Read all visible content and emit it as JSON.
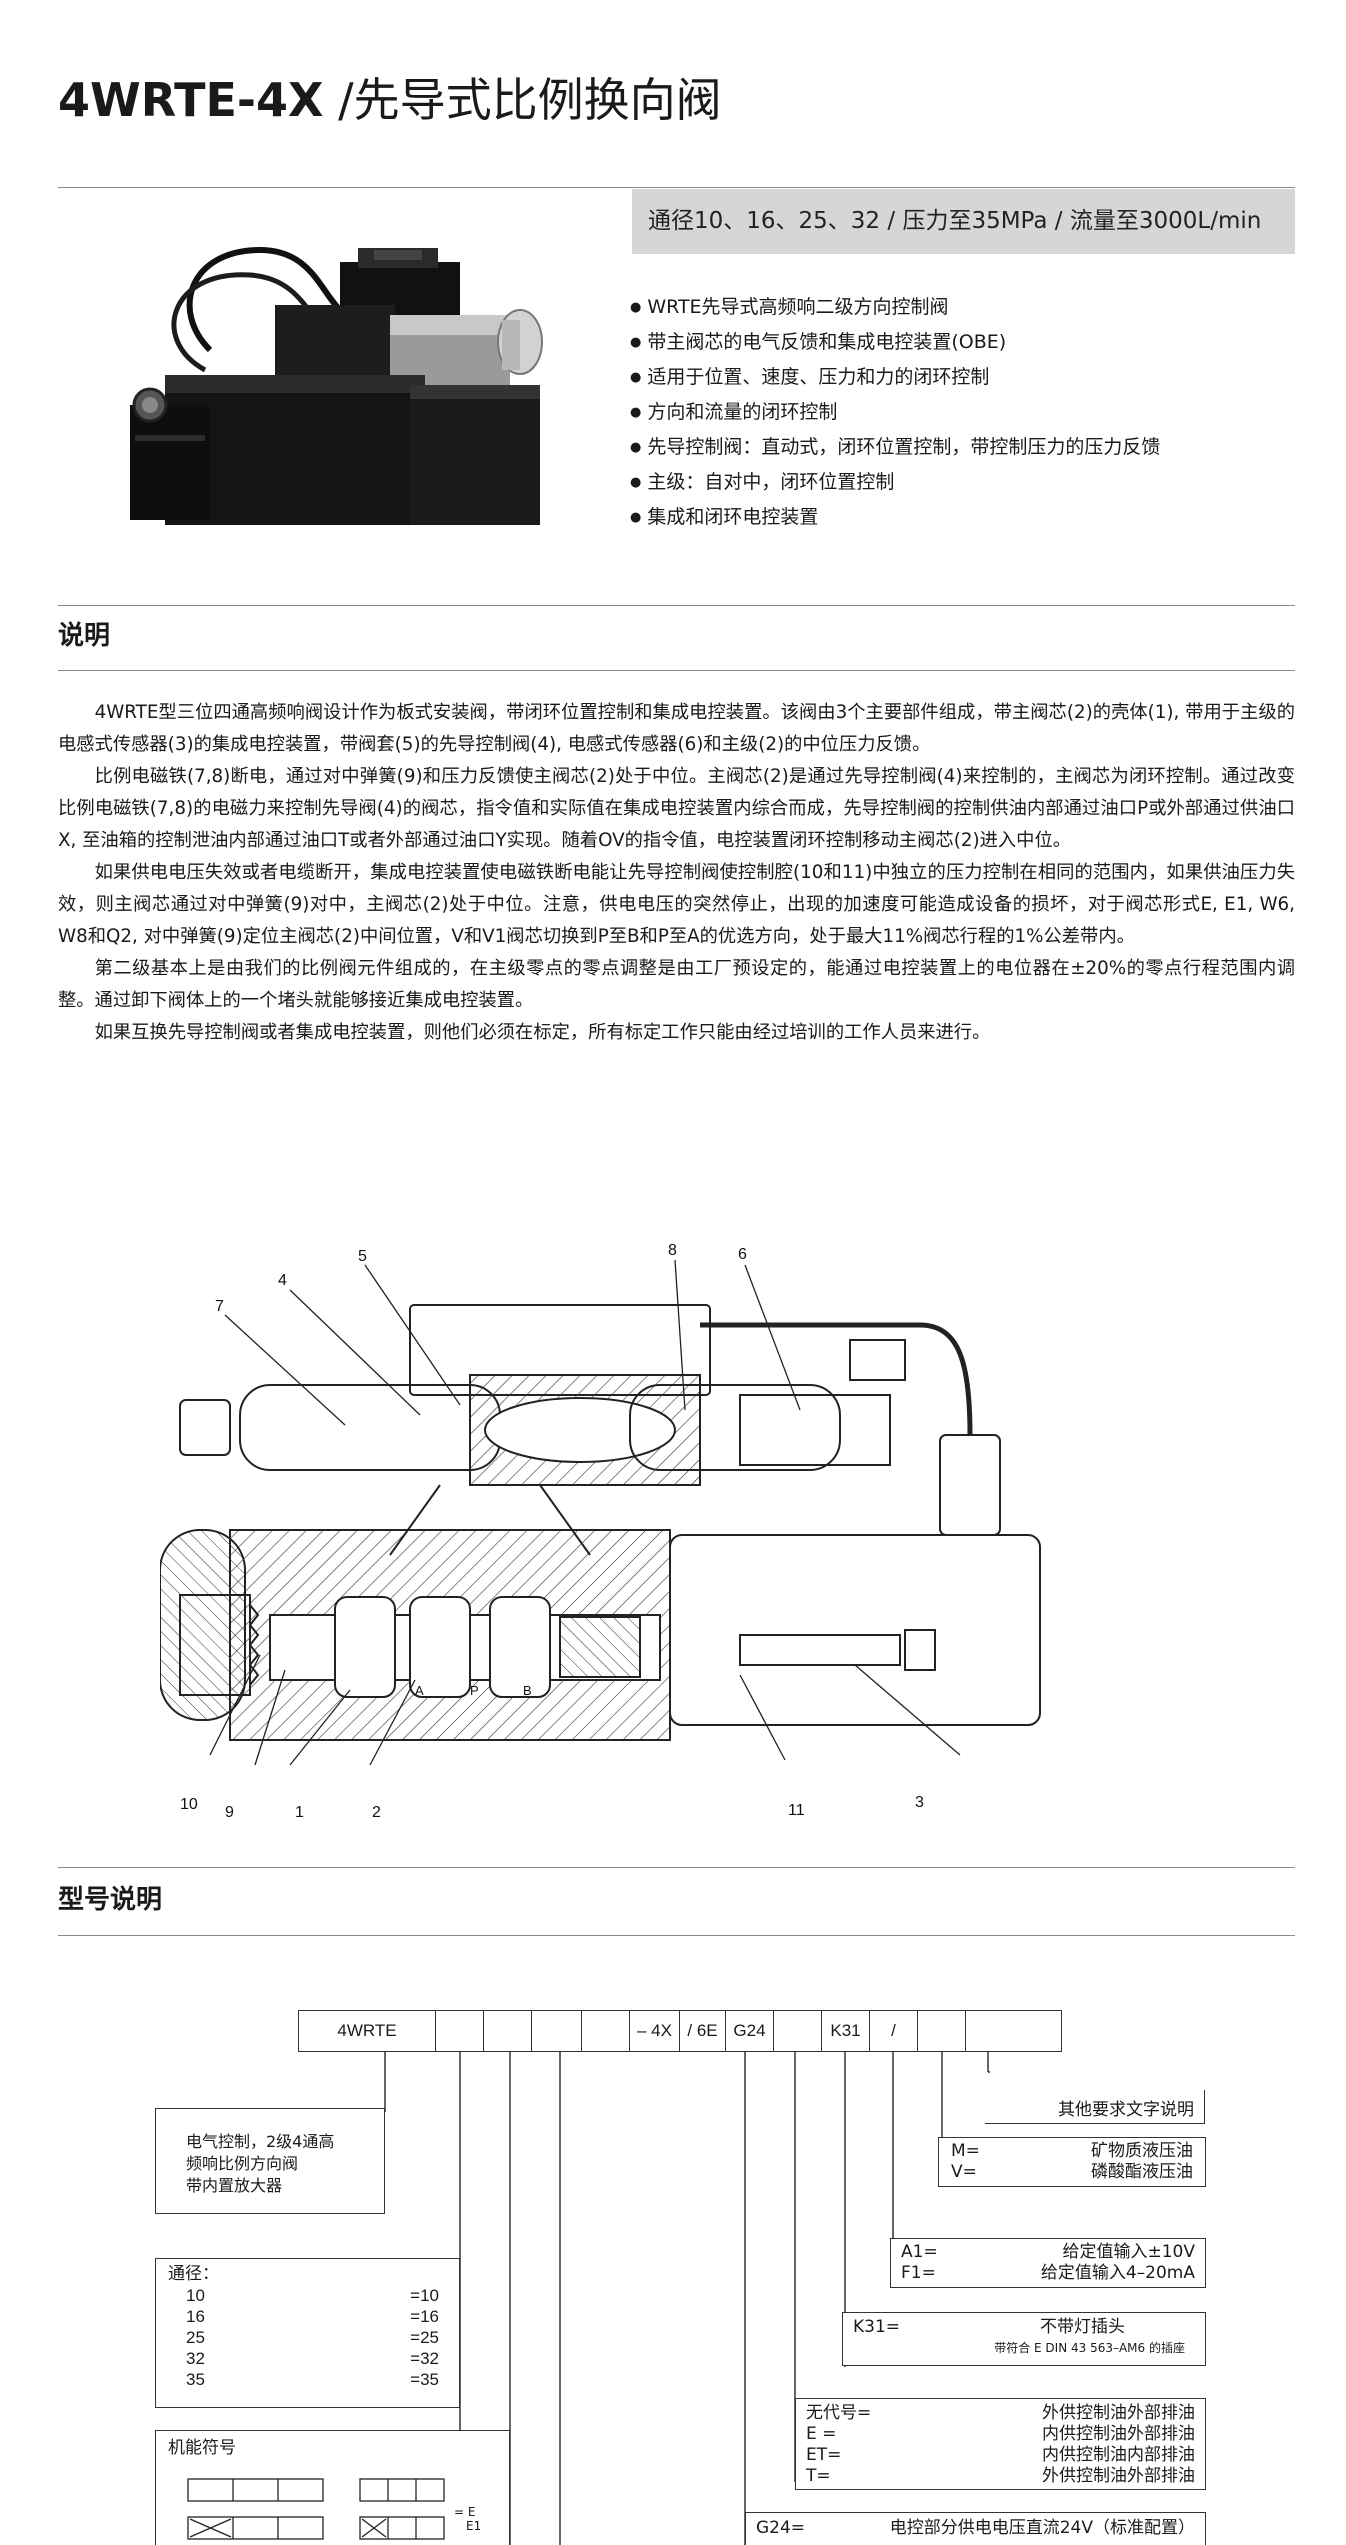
{
  "header": {
    "model": "4WRTE-4X",
    "title_rest": " /先导式比例换向阀"
  },
  "spec_bar": "通径10、16、25、32 / 压力至35MPa  / 流量至3000L/min",
  "features": [
    "WRTE先导式高频响二级方向控制阀",
    "带主阀芯的电气反馈和集成电控装置(OBE)",
    "适用于位置、速度、压力和力的闭环控制",
    "方向和流量的闭环控制",
    "先导控制阀：直动式，闭环位置控制，带控制压力的压力反馈",
    "主级：自对中，闭环位置控制",
    "集成和闭环电控装置"
  ],
  "section_description": {
    "title": "说明",
    "paragraphs": [
      "4WRTE型三位四通高频响阀设计作为板式安装阀，带闭环位置控制和集成电控装置。该阀由3个主要部件组成，带主阀芯(2)的壳体(1), 带用于主级的电感式传感器(3)的集成电控装置，带阀套(5)的先导控制阀(4), 电感式传感器(6)和主级(2)的中位压力反馈。",
      "比例电磁铁(7,8)断电，通过对中弹簧(9)和压力反馈使主阀芯(2)处于中位。主阀芯(2)是通过先导控制阀(4)来控制的，主阀芯为闭环控制。通过改变比例电磁铁(7,8)的电磁力来控制先导阀(4)的阀芯，指令值和实际值在集成电控装置内综合而成，先导控制阀的控制供油内部通过油口P或外部通过供油口X, 至油箱的控制泄油内部通过油口T或者外部通过油口Y实现。随着OV的指令值，电控装置闭环控制移动主阀芯(2)进入中位。",
      "如果供电电压失效或者电缆断开，集成电控装置使电磁铁断电能让先导控制阀使控制腔(10和11)中独立的压力控制在相同的范围内，如果供油压力失效，则主阀芯通过对中弹簧(9)对中，主阀芯(2)处于中位。注意，供电电压的突然停止，出现的加速度可能造成设备的损坏，对于阀芯形式E, E1, W6, W8和Q2, 对中弹簧(9)定位主阀芯(2)中间位置，V和V1阀芯切换到P至B和P至A的优选方向，处于最大11%阀芯行程的1%公差带内。",
      "第二级基本上是由我们的比例阀元件组成的，在主级零点的零点调整是由工厂预设定的，能通过电控装置上的电位器在±20%的零点行程范围内调整。通过卸下阀体上的一个堵头就能够接近集成电控装置。",
      "如果互换先导控制阀或者集成电控装置，则他们必须在标定，所有标定工作只能由经过培训的工作人员来进行。"
    ]
  },
  "diagram_labels": [
    "4",
    "5",
    "7",
    "8",
    "6",
    "10",
    "9",
    "1",
    "2",
    "11",
    "3"
  ],
  "diagram_port_labels": [
    "A",
    "P",
    "B"
  ],
  "section_ordering": {
    "title": "型号说明"
  },
  "code_cells": [
    "4WRTE",
    "",
    "",
    "",
    "",
    "– 4X",
    "/ 6E",
    "G24",
    "",
    "K31",
    "/",
    "",
    ""
  ],
  "options": {
    "other": "其他要求文字说明",
    "seal": [
      {
        "code": "M=",
        "text": "矿物质液压油"
      },
      {
        "code": "V=",
        "text": "磷酸酯液压油"
      }
    ],
    "input": [
      {
        "code": "A1=",
        "text": "给定值输入±10V"
      },
      {
        "code": "F1=",
        "text": "给定值输入4–20mA"
      }
    ],
    "plug": {
      "code": "K31=",
      "text": "不带灯插头",
      "note": "带符合 E DIN 43 563–AM6 的插座"
    },
    "supply": [
      {
        "code": "无代号=",
        "text": "外供控制油外部排油"
      },
      {
        "code": "E =",
        "text": "内供控制油外部排油"
      },
      {
        "code": "ET=",
        "text": "内供控制油内部排油"
      },
      {
        "code": "T=",
        "text": "外供控制油外部排油"
      }
    ],
    "voltage": {
      "code": "G24=",
      "text": "电控部分供电电压直流24V（标准配置）"
    },
    "actuation": [
      "电气控制，2级4通高",
      "频响比例方向阀",
      "带内置放大器"
    ],
    "size_title": "通径：",
    "sizes": [
      {
        "ng": "10",
        "code": "=10"
      },
      {
        "ng": "16",
        "code": "=16"
      },
      {
        "ng": "25",
        "code": "=25"
      },
      {
        "ng": "32",
        "code": "=32"
      },
      {
        "ng": "35",
        "code": "=35"
      }
    ],
    "symbols_title": "机能符号",
    "symbol_codes": [
      "= E",
      "E1"
    ]
  }
}
